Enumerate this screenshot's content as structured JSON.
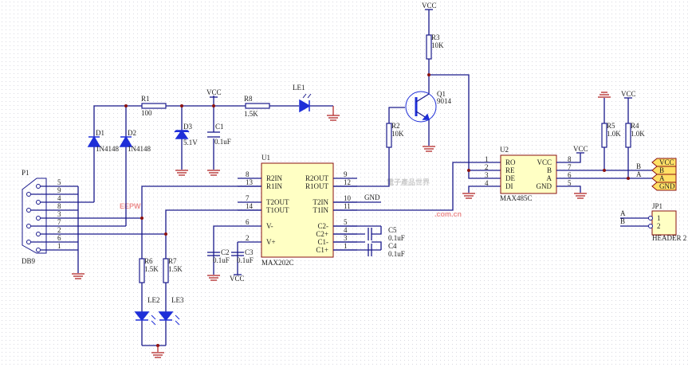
{
  "watermark": {
    "logo": "EEPW",
    "domain": ".com.cn",
    "chinese": "電子產品世界"
  },
  "components": {
    "r1": {
      "ref": "R1",
      "value": "100"
    },
    "r2": {
      "ref": "R2",
      "value": "10K"
    },
    "r3": {
      "ref": "R3",
      "value": "10K"
    },
    "r4": {
      "ref": "R4",
      "value": "1.0K"
    },
    "r5": {
      "ref": "R5",
      "value": "1.0K"
    },
    "r6": {
      "ref": "R6",
      "value": "1.5K"
    },
    "r7": {
      "ref": "R7",
      "value": "1.5K"
    },
    "r8": {
      "ref": "R8",
      "value": "1.5K"
    },
    "d1": {
      "ref": "D1",
      "value": "1N4148"
    },
    "d2": {
      "ref": "D2",
      "value": "1N4148"
    },
    "d3": {
      "ref": "D3",
      "value": "5.1V"
    },
    "c1": {
      "ref": "C1",
      "value": "0.1uF"
    },
    "c2": {
      "ref": "C2",
      "value": "0.1uF"
    },
    "c3": {
      "ref": "C3",
      "value": "0.1uF"
    },
    "c4": {
      "ref": "C4",
      "value": "0.1uF"
    },
    "c5": {
      "ref": "C5",
      "value": "0.1uF"
    },
    "le1": {
      "ref": "LE1"
    },
    "le2": {
      "ref": "LE2"
    },
    "le3": {
      "ref": "LE3"
    },
    "q1": {
      "ref": "Q1",
      "value": "9014"
    },
    "p1": {
      "ref": "P1",
      "value": "DB9",
      "pins": [
        "5",
        "9",
        "4",
        "8",
        "3",
        "7",
        "2",
        "6",
        "1"
      ]
    },
    "u1": {
      "ref": "U1",
      "value": "MAX202C",
      "left": [
        {
          "pin": "8",
          "name": "R2IN"
        },
        {
          "pin": "13",
          "name": "R1IN"
        },
        {
          "pin": "7",
          "name": "T2OUT"
        },
        {
          "pin": "14",
          "name": "T1OUT"
        },
        {
          "pin": "6",
          "name": "V-"
        },
        {
          "pin": "2",
          "name": "V+"
        }
      ],
      "right": [
        {
          "pin": "9",
          "name": "R2OUT"
        },
        {
          "pin": "12",
          "name": "R1OUT"
        },
        {
          "pin": "10",
          "name": "T2IN"
        },
        {
          "pin": "11",
          "name": "T1IN"
        },
        {
          "pin": "5",
          "name": "C2-"
        },
        {
          "pin": "4",
          "name": "C2+"
        },
        {
          "pin": "3",
          "name": "C1-"
        },
        {
          "pin": "1",
          "name": "C1+"
        }
      ]
    },
    "u2": {
      "ref": "U2",
      "value": "MAX485C",
      "left": [
        {
          "pin": "1",
          "name": "RO"
        },
        {
          "pin": "2",
          "name": "RE"
        },
        {
          "pin": "3",
          "name": "DE"
        },
        {
          "pin": "4",
          "name": "DI"
        }
      ],
      "right": [
        {
          "pin": "8",
          "name": "VCC"
        },
        {
          "pin": "7",
          "name": "B"
        },
        {
          "pin": "6",
          "name": "A"
        },
        {
          "pin": "5",
          "name": "GND"
        }
      ]
    },
    "jp1": {
      "ref": "JP1",
      "value": "HEADER 2",
      "pins": [
        "1",
        "2"
      ],
      "nets": [
        "A",
        "B"
      ]
    }
  },
  "nets": {
    "vcc": "VCC",
    "gnd": "GND",
    "a": "A",
    "b": "B"
  },
  "ports": [
    "VCC",
    "B",
    "A",
    "GND"
  ]
}
